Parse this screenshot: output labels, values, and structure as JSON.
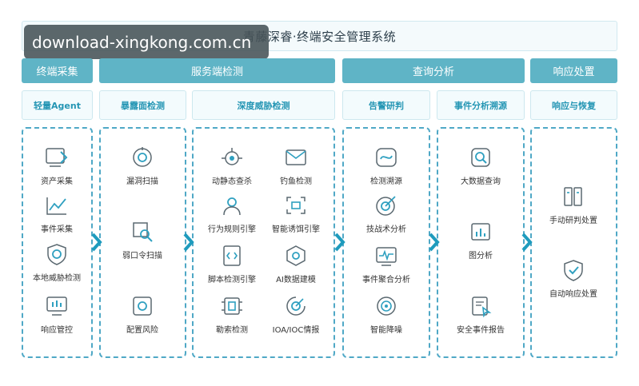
{
  "title": "青藤深睿·终端安全管理系统",
  "watermark": "download-xingkong.com.cn",
  "categories": [
    "终端采集",
    "服务端检测",
    "查询分析",
    "响应处置"
  ],
  "subcategories": [
    "轻量Agent",
    "暴露面检测",
    "深度威胁检测",
    "告警研判",
    "事件分析溯源",
    "响应与恢复"
  ],
  "columns": {
    "agent": [
      {
        "label": "资产采集",
        "icon": "asset-collect-icon"
      },
      {
        "label": "事件采集",
        "icon": "event-collect-icon"
      },
      {
        "label": "本地威胁检测",
        "icon": "local-threat-icon"
      },
      {
        "label": "响应管控",
        "icon": "response-control-icon"
      }
    ],
    "exposure": [
      {
        "label": "漏洞扫描",
        "icon": "vuln-scan-icon"
      },
      {
        "label": "弱口令扫描",
        "icon": "weak-password-icon"
      },
      {
        "label": "配置风险",
        "icon": "config-risk-icon"
      }
    ],
    "deep_left": [
      {
        "label": "动静态查杀",
        "icon": "bug-kill-icon"
      },
      {
        "label": "行为规则引擎",
        "icon": "behavior-rule-icon"
      },
      {
        "label": "脚本检测引擎",
        "icon": "script-detect-icon"
      },
      {
        "label": "勒索检测",
        "icon": "ransom-detect-icon"
      }
    ],
    "deep_right": [
      {
        "label": "钓鱼检测",
        "icon": "phishing-icon"
      },
      {
        "label": "智能诱饵引擎",
        "icon": "decoy-engine-icon"
      },
      {
        "label": "AI数据建模",
        "icon": "ai-model-icon"
      },
      {
        "label": "IOA/IOC情报",
        "icon": "intel-icon"
      }
    ],
    "alert": [
      {
        "label": "检测溯源",
        "icon": "trace-icon"
      },
      {
        "label": "技战术分析",
        "icon": "tactics-icon"
      },
      {
        "label": "事件聚合分析",
        "icon": "aggregate-icon"
      },
      {
        "label": "智能降噪",
        "icon": "denoise-icon"
      }
    ],
    "trace": [
      {
        "label": "大数据查询",
        "icon": "bigdata-query-icon"
      },
      {
        "label": "图分析",
        "icon": "graph-analysis-icon"
      },
      {
        "label": "安全事件报告",
        "icon": "report-icon"
      }
    ],
    "response": [
      {
        "label": "手动研判处置",
        "icon": "manual-handle-icon"
      },
      {
        "label": "自动响应处置",
        "icon": "auto-response-icon"
      }
    ]
  },
  "colors": {
    "accent": "#5fb4c6",
    "arrow": "#1e9bbd",
    "icon": "#5a6870",
    "icon_accent": "#2fa0c0"
  }
}
